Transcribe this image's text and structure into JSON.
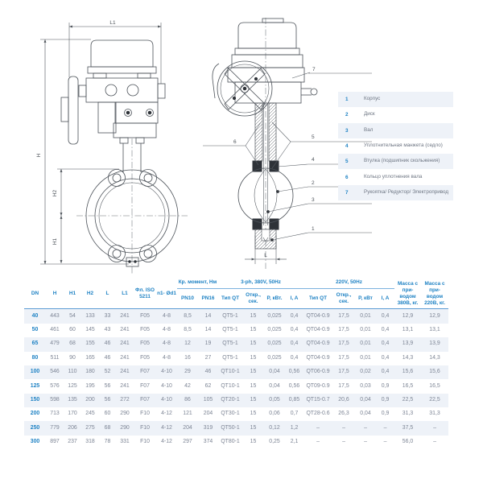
{
  "drawing": {
    "dim_labels": {
      "l1": "L1",
      "h": "H",
      "h2": "H2",
      "h1": "H1",
      "l": "L"
    },
    "callouts": {
      "c1": "1",
      "c2": "2",
      "c3": "3",
      "c4": "4",
      "c5": "5",
      "c6": "6",
      "c7": "7"
    }
  },
  "legend": {
    "items": [
      {
        "num": "1",
        "label": "Корпус"
      },
      {
        "num": "2",
        "label": "Диск"
      },
      {
        "num": "3",
        "label": "Вал"
      },
      {
        "num": "4",
        "label": "Уплотнительная манжета (седло)"
      },
      {
        "num": "5",
        "label": "Втулка (подшипник скольжения)"
      },
      {
        "num": "6",
        "label": "Кольцо уплотнения вала"
      },
      {
        "num": "7",
        "label": "Рукоятка/ Редуктор/ Электропривод"
      }
    ]
  },
  "table": {
    "simple_headers": [
      "DN",
      "H",
      "H1",
      "H2",
      "L",
      "L1",
      "Фл. ISO 5211",
      "n1- Ød1"
    ],
    "groups": [
      {
        "label": "Кр. момент, Нм",
        "cols": [
          "PN10",
          "PN16"
        ]
      },
      {
        "label": "3-ph, 380V, 50Hz",
        "cols": [
          "Тип QT",
          "Откр., сек.",
          "P, кВт.",
          "I, A"
        ]
      },
      {
        "label": "220V, 50Hz",
        "cols": [
          "Тип QT",
          "Откр., сек.",
          "P, кВт",
          "I, A"
        ]
      }
    ],
    "tail_headers": [
      "Масса с при- водом 380В, кг.",
      "Масса с при- водом 220В, кг."
    ],
    "rows": [
      [
        "40",
        "443",
        "54",
        "133",
        "33",
        "241",
        "F05",
        "4-8",
        "8,5",
        "14",
        "QT5-1",
        "15",
        "0,025",
        "0,4",
        "QT04-0.9",
        "17,5",
        "0,01",
        "0,4",
        "12,9",
        "12,9"
      ],
      [
        "50",
        "461",
        "60",
        "145",
        "43",
        "241",
        "F05",
        "4-8",
        "8,5",
        "14",
        "QT5-1",
        "15",
        "0,025",
        "0,4",
        "QT04-0.9",
        "17,5",
        "0,01",
        "0,4",
        "13,1",
        "13,1"
      ],
      [
        "65",
        "479",
        "68",
        "155",
        "46",
        "241",
        "F05",
        "4-8",
        "12",
        "19",
        "QT5-1",
        "15",
        "0,025",
        "0,4",
        "QT04-0.9",
        "17,5",
        "0,01",
        "0,4",
        "13,9",
        "13,9"
      ],
      [
        "80",
        "511",
        "90",
        "165",
        "46",
        "241",
        "F05",
        "4-8",
        "16",
        "27",
        "QT5-1",
        "15",
        "0,025",
        "0,4",
        "QT04-0.9",
        "17,5",
        "0,01",
        "0,4",
        "14,3",
        "14,3"
      ],
      [
        "100",
        "546",
        "110",
        "180",
        "52",
        "241",
        "F07",
        "4-10",
        "29",
        "46",
        "QT10-1",
        "15",
        "0,04",
        "0,56",
        "QT06-0.9",
        "17,5",
        "0,02",
        "0,4",
        "15,6",
        "15,6"
      ],
      [
        "125",
        "576",
        "125",
        "195",
        "56",
        "241",
        "F07",
        "4-10",
        "42",
        "62",
        "QT10-1",
        "15",
        "0,04",
        "0,56",
        "QT09-0.9",
        "17,5",
        "0,03",
        "0,9",
        "16,5",
        "16,5"
      ],
      [
        "150",
        "598",
        "135",
        "200",
        "56",
        "272",
        "F07",
        "4-10",
        "86",
        "105",
        "QT20-1",
        "15",
        "0,05",
        "0,85",
        "QT15-0.7",
        "20,6",
        "0,04",
        "0,9",
        "22,5",
        "22,5"
      ],
      [
        "200",
        "713",
        "170",
        "245",
        "60",
        "290",
        "F10",
        "4-12",
        "121",
        "204",
        "QT30-1",
        "15",
        "0,06",
        "0,7",
        "QT28-0.6",
        "26,3",
        "0,04",
        "0,9",
        "31,3",
        "31,3"
      ],
      [
        "250",
        "779",
        "206",
        "275",
        "68",
        "290",
        "F10",
        "4-12",
        "204",
        "319",
        "QT50-1",
        "15",
        "0,12",
        "1,2",
        "–",
        "–",
        "–",
        "–",
        "37,5",
        "–"
      ],
      [
        "300",
        "897",
        "237",
        "318",
        "78",
        "331",
        "F10",
        "4-12",
        "297",
        "374",
        "QT80-1",
        "15",
        "0,25",
        "2,1",
        "–",
        "–",
        "–",
        "–",
        "56,0",
        "–"
      ]
    ]
  },
  "colors": {
    "accent_blue": "#1e82c4",
    "rule_blue": "#5b9bd5",
    "row_shade": "#eef2f8",
    "cell_text": "#7d8595",
    "line_art": "#4b5158"
  }
}
